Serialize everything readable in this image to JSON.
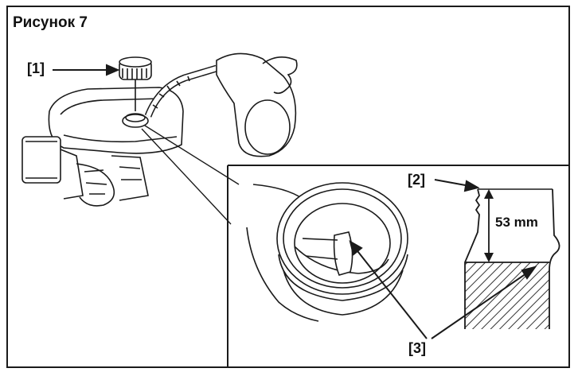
{
  "figure": {
    "title": "Рисунок 7",
    "callouts": {
      "one": "[1]",
      "two": "[2]",
      "three": "[3]"
    },
    "dimension": "53 mm"
  },
  "colors": {
    "line": "#1a1a1a",
    "hatch": "#333333",
    "background": "#ffffff"
  }
}
